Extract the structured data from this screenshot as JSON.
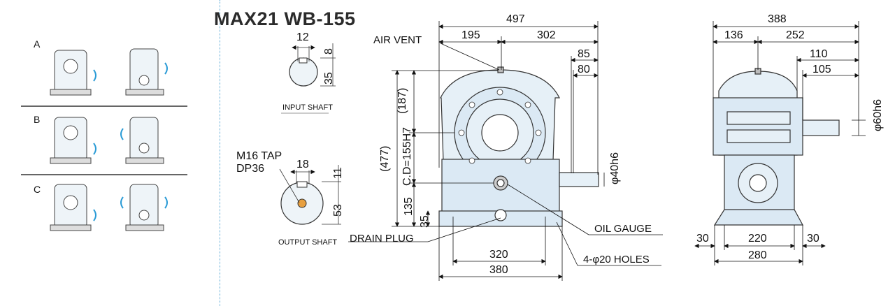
{
  "title": "MAX21 WB-155",
  "mounting": {
    "rows": [
      "A",
      "B",
      "C"
    ]
  },
  "input_shaft": {
    "caption": "INPUT SHAFT",
    "dims": [
      "12",
      "8",
      "35"
    ]
  },
  "output_shaft": {
    "caption": "OUTPUT SHAFT",
    "tap": "M16 TAP",
    "depth": "DP36",
    "dims": [
      "18",
      "11",
      "53"
    ]
  },
  "front_view": {
    "overall_width": "497",
    "left_width": "195",
    "right_width": "302",
    "shaft_ext_1": "85",
    "shaft_ext_2": "80",
    "total_height": "(477)",
    "upper_height": "(187)",
    "center_distance": "C.D=155H7",
    "lower_height": "135",
    "base_height": "35",
    "shaft_dia": "φ40h6",
    "bolt_span": "320",
    "base_length": "380",
    "callouts": {
      "air_vent": "AIR VENT",
      "drain_plug": "DRAIN PLUG",
      "oil_gauge": "OIL GAUGE",
      "holes": "4-φ20 HOLES"
    }
  },
  "side_view": {
    "overall_width": "388",
    "left_width": "136",
    "right_width": "252",
    "shaft_ext_1": "110",
    "shaft_ext_2": "105",
    "shaft_dia": "φ60h6",
    "left_margin": "30",
    "bolt_span": "220",
    "right_margin": "30",
    "base_width": "280"
  }
}
